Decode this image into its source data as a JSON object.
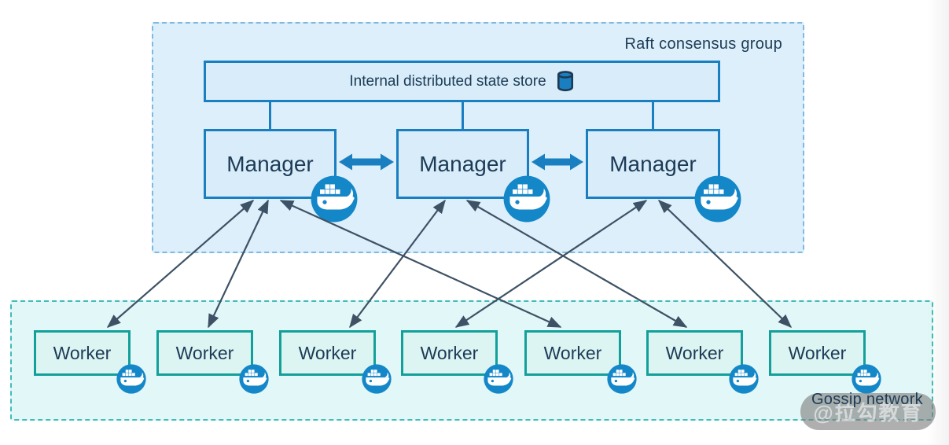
{
  "raft_group": {
    "label": "Raft consensus group",
    "state_store": {
      "label": "Internal distributed state store",
      "icon": "database-cylinder-icon"
    },
    "managers": [
      {
        "label": "Manager",
        "icon": "docker-whale-icon"
      },
      {
        "label": "Manager",
        "icon": "docker-whale-icon"
      },
      {
        "label": "Manager",
        "icon": "docker-whale-icon"
      }
    ]
  },
  "gossip_network": {
    "label": "Gossip network",
    "workers": [
      {
        "label": "Worker",
        "icon": "docker-whale-icon"
      },
      {
        "label": "Worker",
        "icon": "docker-whale-icon"
      },
      {
        "label": "Worker",
        "icon": "docker-whale-icon"
      },
      {
        "label": "Worker",
        "icon": "docker-whale-icon"
      },
      {
        "label": "Worker",
        "icon": "docker-whale-icon"
      },
      {
        "label": "Worker",
        "icon": "docker-whale-icon"
      },
      {
        "label": "Worker",
        "icon": "docker-whale-icon"
      }
    ]
  },
  "edges": {
    "store_to_managers": [
      0,
      1,
      2
    ],
    "manager_to_manager": [
      [
        0,
        1
      ],
      [
        1,
        2
      ]
    ],
    "manager_to_worker": [
      [
        0,
        0
      ],
      [
        0,
        1
      ],
      [
        0,
        4
      ],
      [
        1,
        2
      ],
      [
        1,
        5
      ],
      [
        2,
        3
      ],
      [
        2,
        6
      ]
    ]
  },
  "watermark": {
    "label": "@拉勾教育"
  },
  "colors": {
    "docker_blue": "#1487c9",
    "box_border": "#1a7fc1",
    "box_fill": "#d8ecfa",
    "raft_fill": "#ddeffa",
    "raft_border": "#7db9e2",
    "worker_border": "#13a09a",
    "worker_fill": "#dcf4f2",
    "gossip_fill": "#e2f7f7",
    "gossip_border": "#43bcb8",
    "arrow_dark": "#3e5265",
    "text": "#1d3b55"
  }
}
